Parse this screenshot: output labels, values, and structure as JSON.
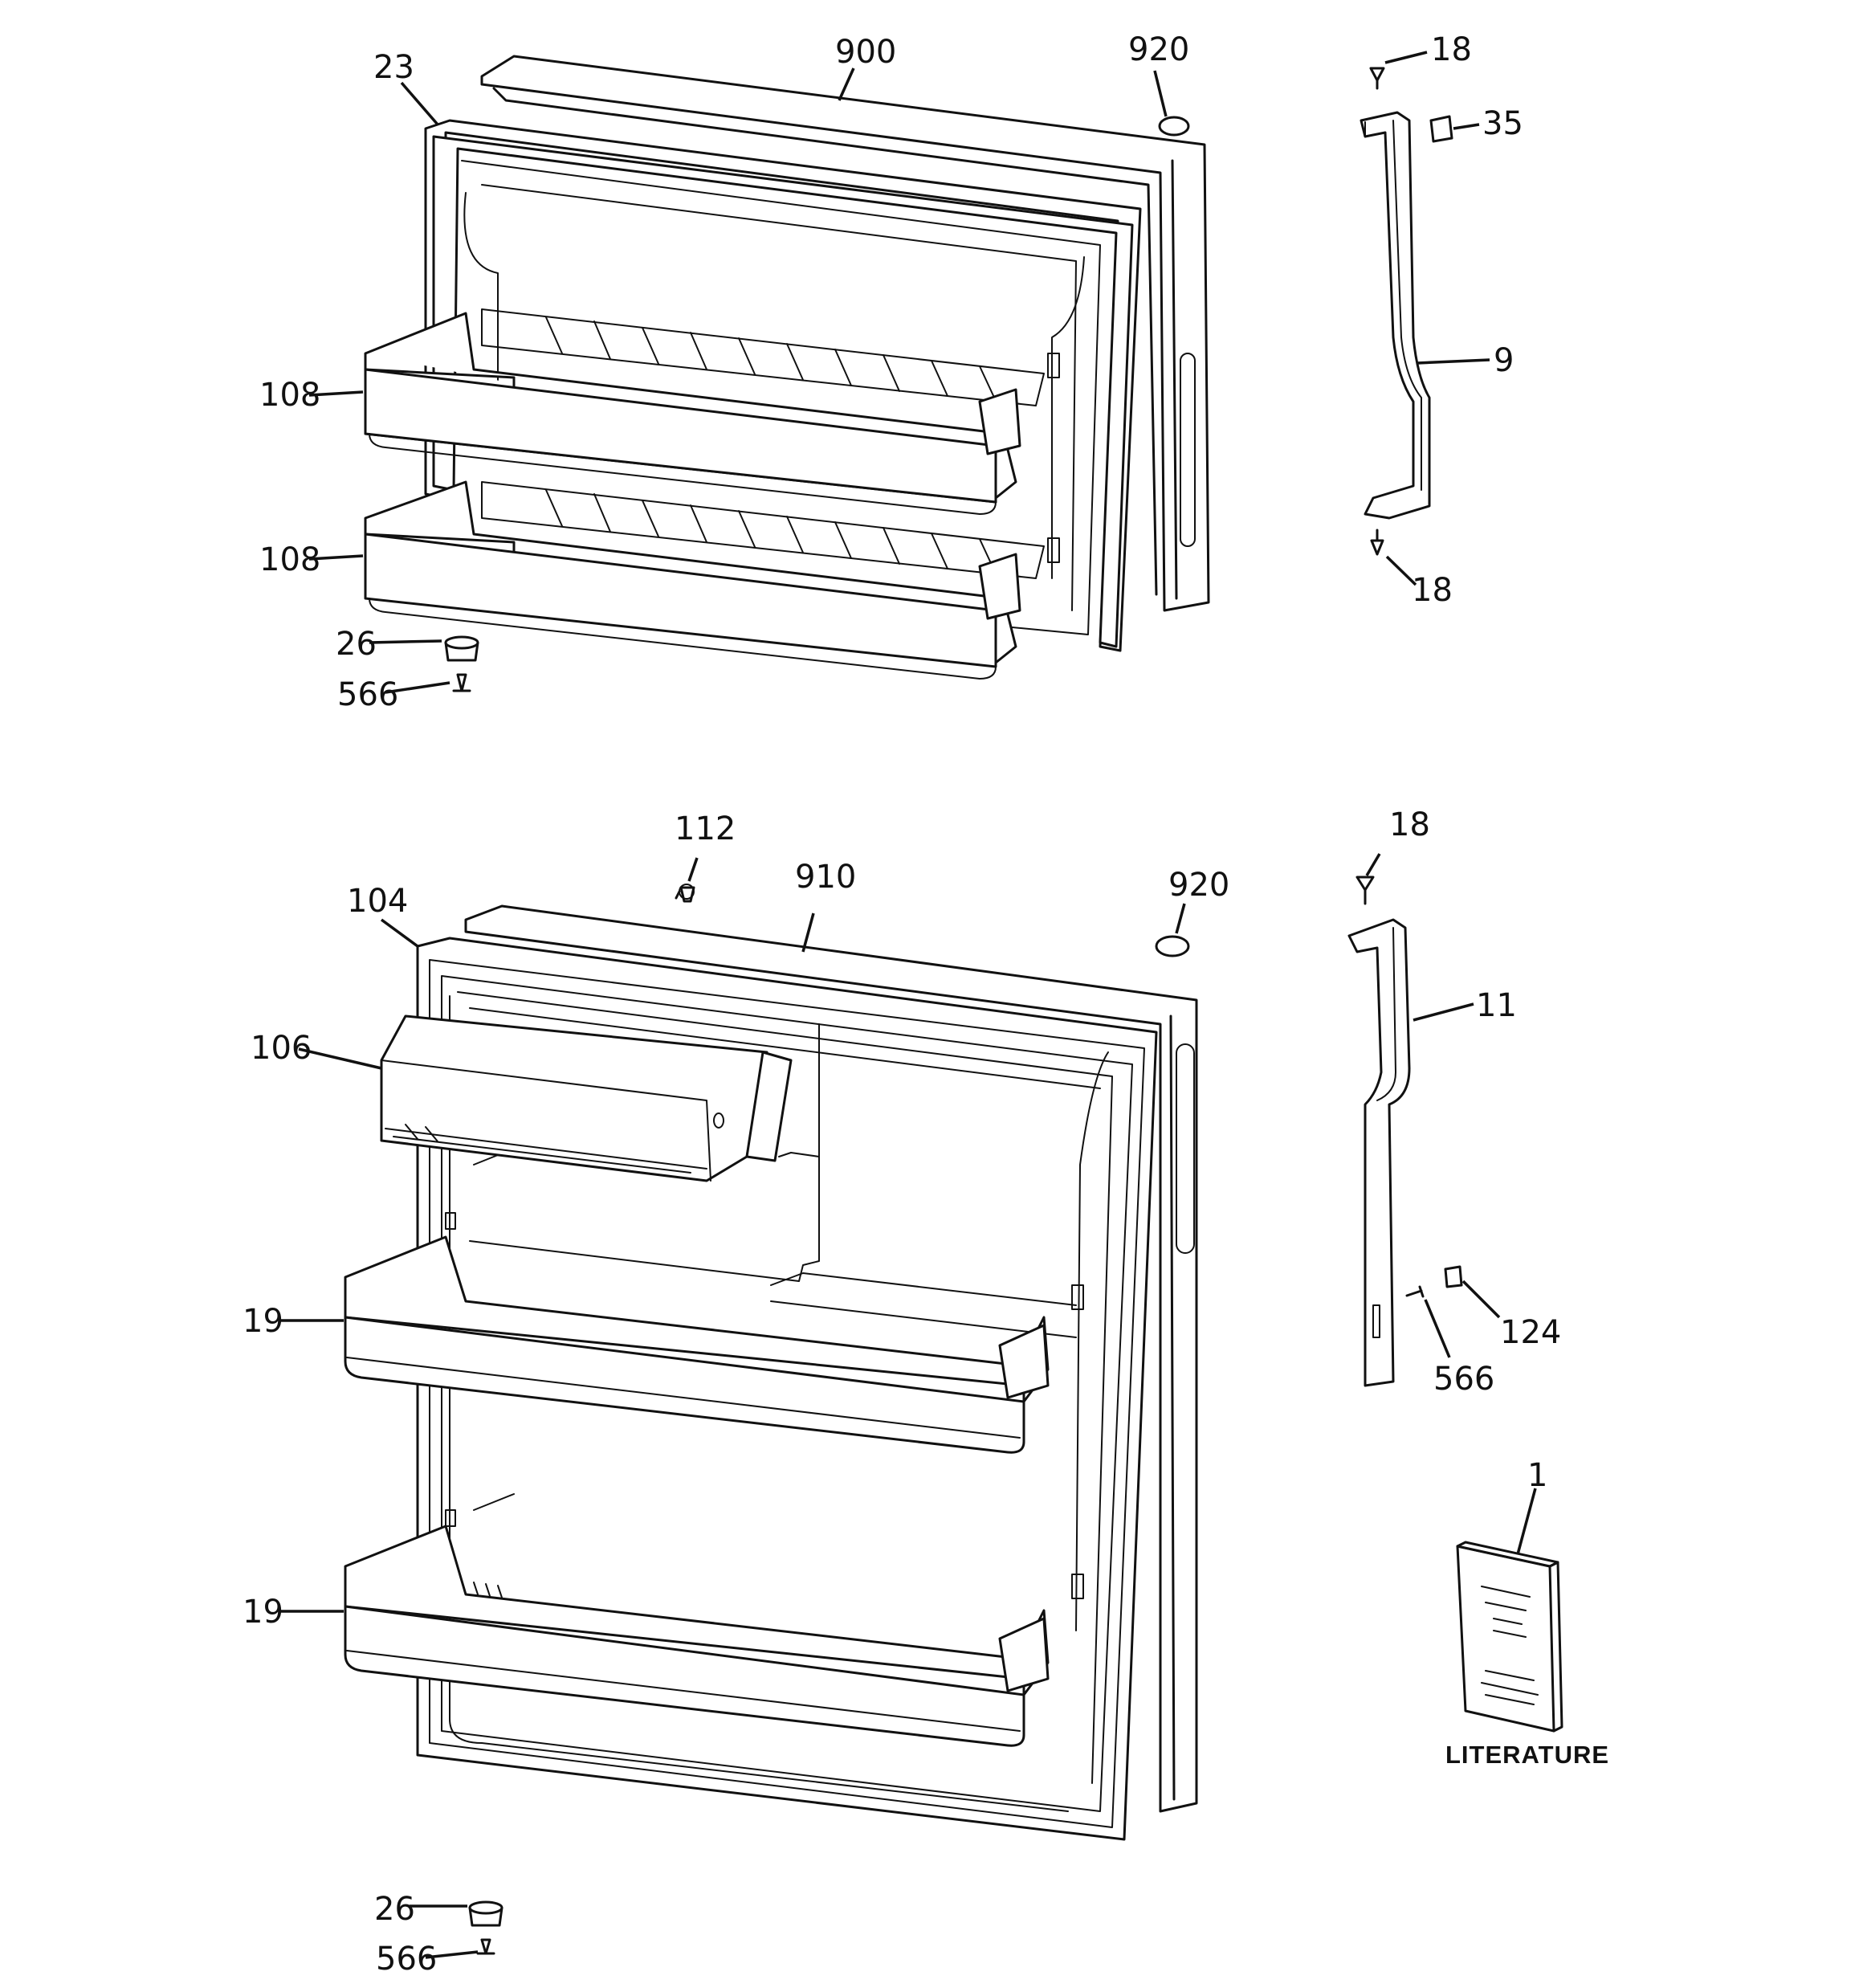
{
  "callouts": {
    "c23": "23",
    "c900": "900",
    "c920_top": "920",
    "c18_top_a": "18",
    "c35": "35",
    "c9": "9",
    "c18_top_b": "18",
    "c108_a": "108",
    "c108_b": "108",
    "c26_top": "26",
    "c566_top": "566",
    "c112": "112",
    "c910": "910",
    "c920_bottom": "920",
    "c104": "104",
    "c18_bottom": "18",
    "c11": "11",
    "c106": "106",
    "c19_a": "19",
    "c19_b": "19",
    "c124": "124",
    "c566_mid": "566",
    "c1": "1",
    "c26_bottom": "26",
    "c566_bottom": "566"
  },
  "caption": {
    "literature": "LITERATURE"
  }
}
